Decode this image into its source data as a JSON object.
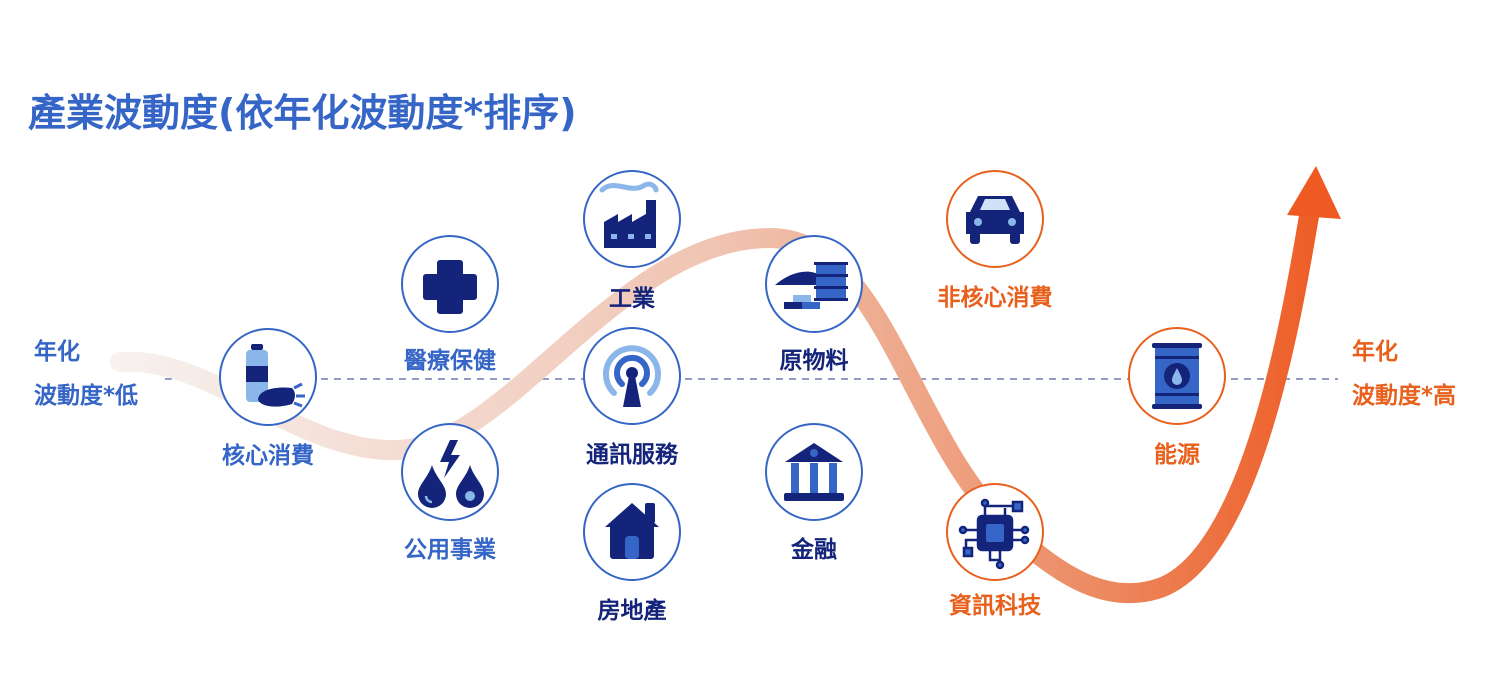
{
  "title": "產業波動度(依年化波動度*排序)",
  "axis": {
    "low_line1": "年化",
    "low_line2": "波動度*低",
    "high_line1": "年化",
    "high_line2": "波動度*高"
  },
  "colors": {
    "mid_blue": "#3565c6",
    "navy": "#13247a",
    "light_blue": "#8ab6ea",
    "orange": "#e8601c"
  },
  "sectors": [
    {
      "label": "核心消費",
      "icon": "bottle-carrot-icon"
    },
    {
      "label": "醫療保健",
      "icon": "medical-cross-icon"
    },
    {
      "label": "公用事業",
      "icon": "utilities-icon"
    },
    {
      "label": "工業",
      "icon": "factory-icon"
    },
    {
      "label": "通訊服務",
      "icon": "antenna-icon"
    },
    {
      "label": "房地產",
      "icon": "house-icon"
    },
    {
      "label": "原物料",
      "icon": "raw-materials-icon"
    },
    {
      "label": "金融",
      "icon": "bank-icon"
    },
    {
      "label": "非核心消費",
      "icon": "car-icon"
    },
    {
      "label": "資訊科技",
      "icon": "chip-icon"
    },
    {
      "label": "能源",
      "icon": "oil-barrel-icon"
    }
  ]
}
